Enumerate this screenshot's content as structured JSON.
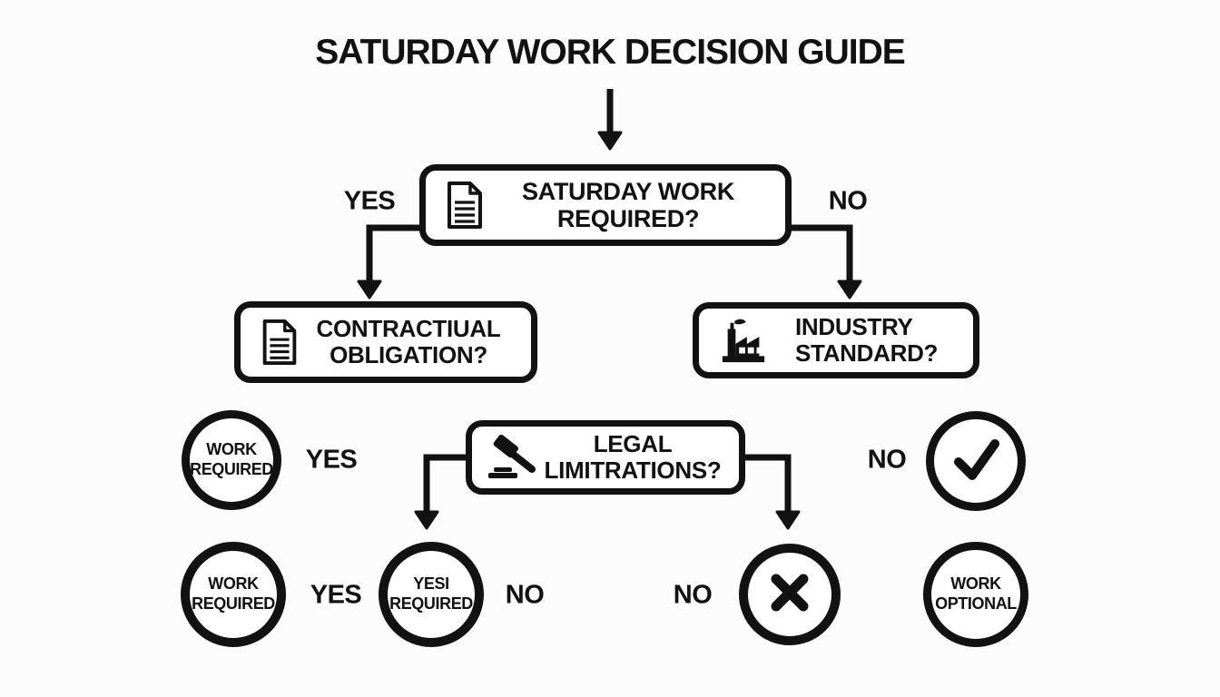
{
  "title": "SATURDAY WORK DECISION GUIDE",
  "colors": {
    "ink": "#121212",
    "background": "#fcfcfc"
  },
  "boxes": {
    "saturday": {
      "icon": "document-icon",
      "line1": "SATURDAY WORK",
      "line2": "REQUIRED?"
    },
    "contractual": {
      "icon": "document-icon",
      "line1": "CONTRACTIUAL",
      "line2": "OBLIGATION?"
    },
    "industry": {
      "icon": "factory-icon",
      "line1": "INDUSTRY",
      "line2": "STANDARD?"
    },
    "legal": {
      "icon": "gavel-icon",
      "line1": "LEGAL",
      "line2": "LIMITRATIONS?"
    }
  },
  "branch_labels": {
    "top_yes": "YES",
    "top_no": "NO",
    "mid_yes": "YES",
    "mid_no": "NO",
    "bottom_yes": "YES",
    "bottom_no_inner": "NO",
    "bottom_no_outer": "NO"
  },
  "terminals": {
    "work_required_mid": {
      "line1": "WORK",
      "line2": "REQUIRED"
    },
    "approve": {
      "icon": "check-icon"
    },
    "work_required_bottom": {
      "line1": "WORK",
      "line2": "REQUIRED"
    },
    "yesi_required": {
      "line1": "YESI",
      "line2": "REQUIRED"
    },
    "deny": {
      "icon": "x-icon"
    },
    "work_optional": {
      "line1": "WORK",
      "line2": "OPTIONAL"
    }
  }
}
